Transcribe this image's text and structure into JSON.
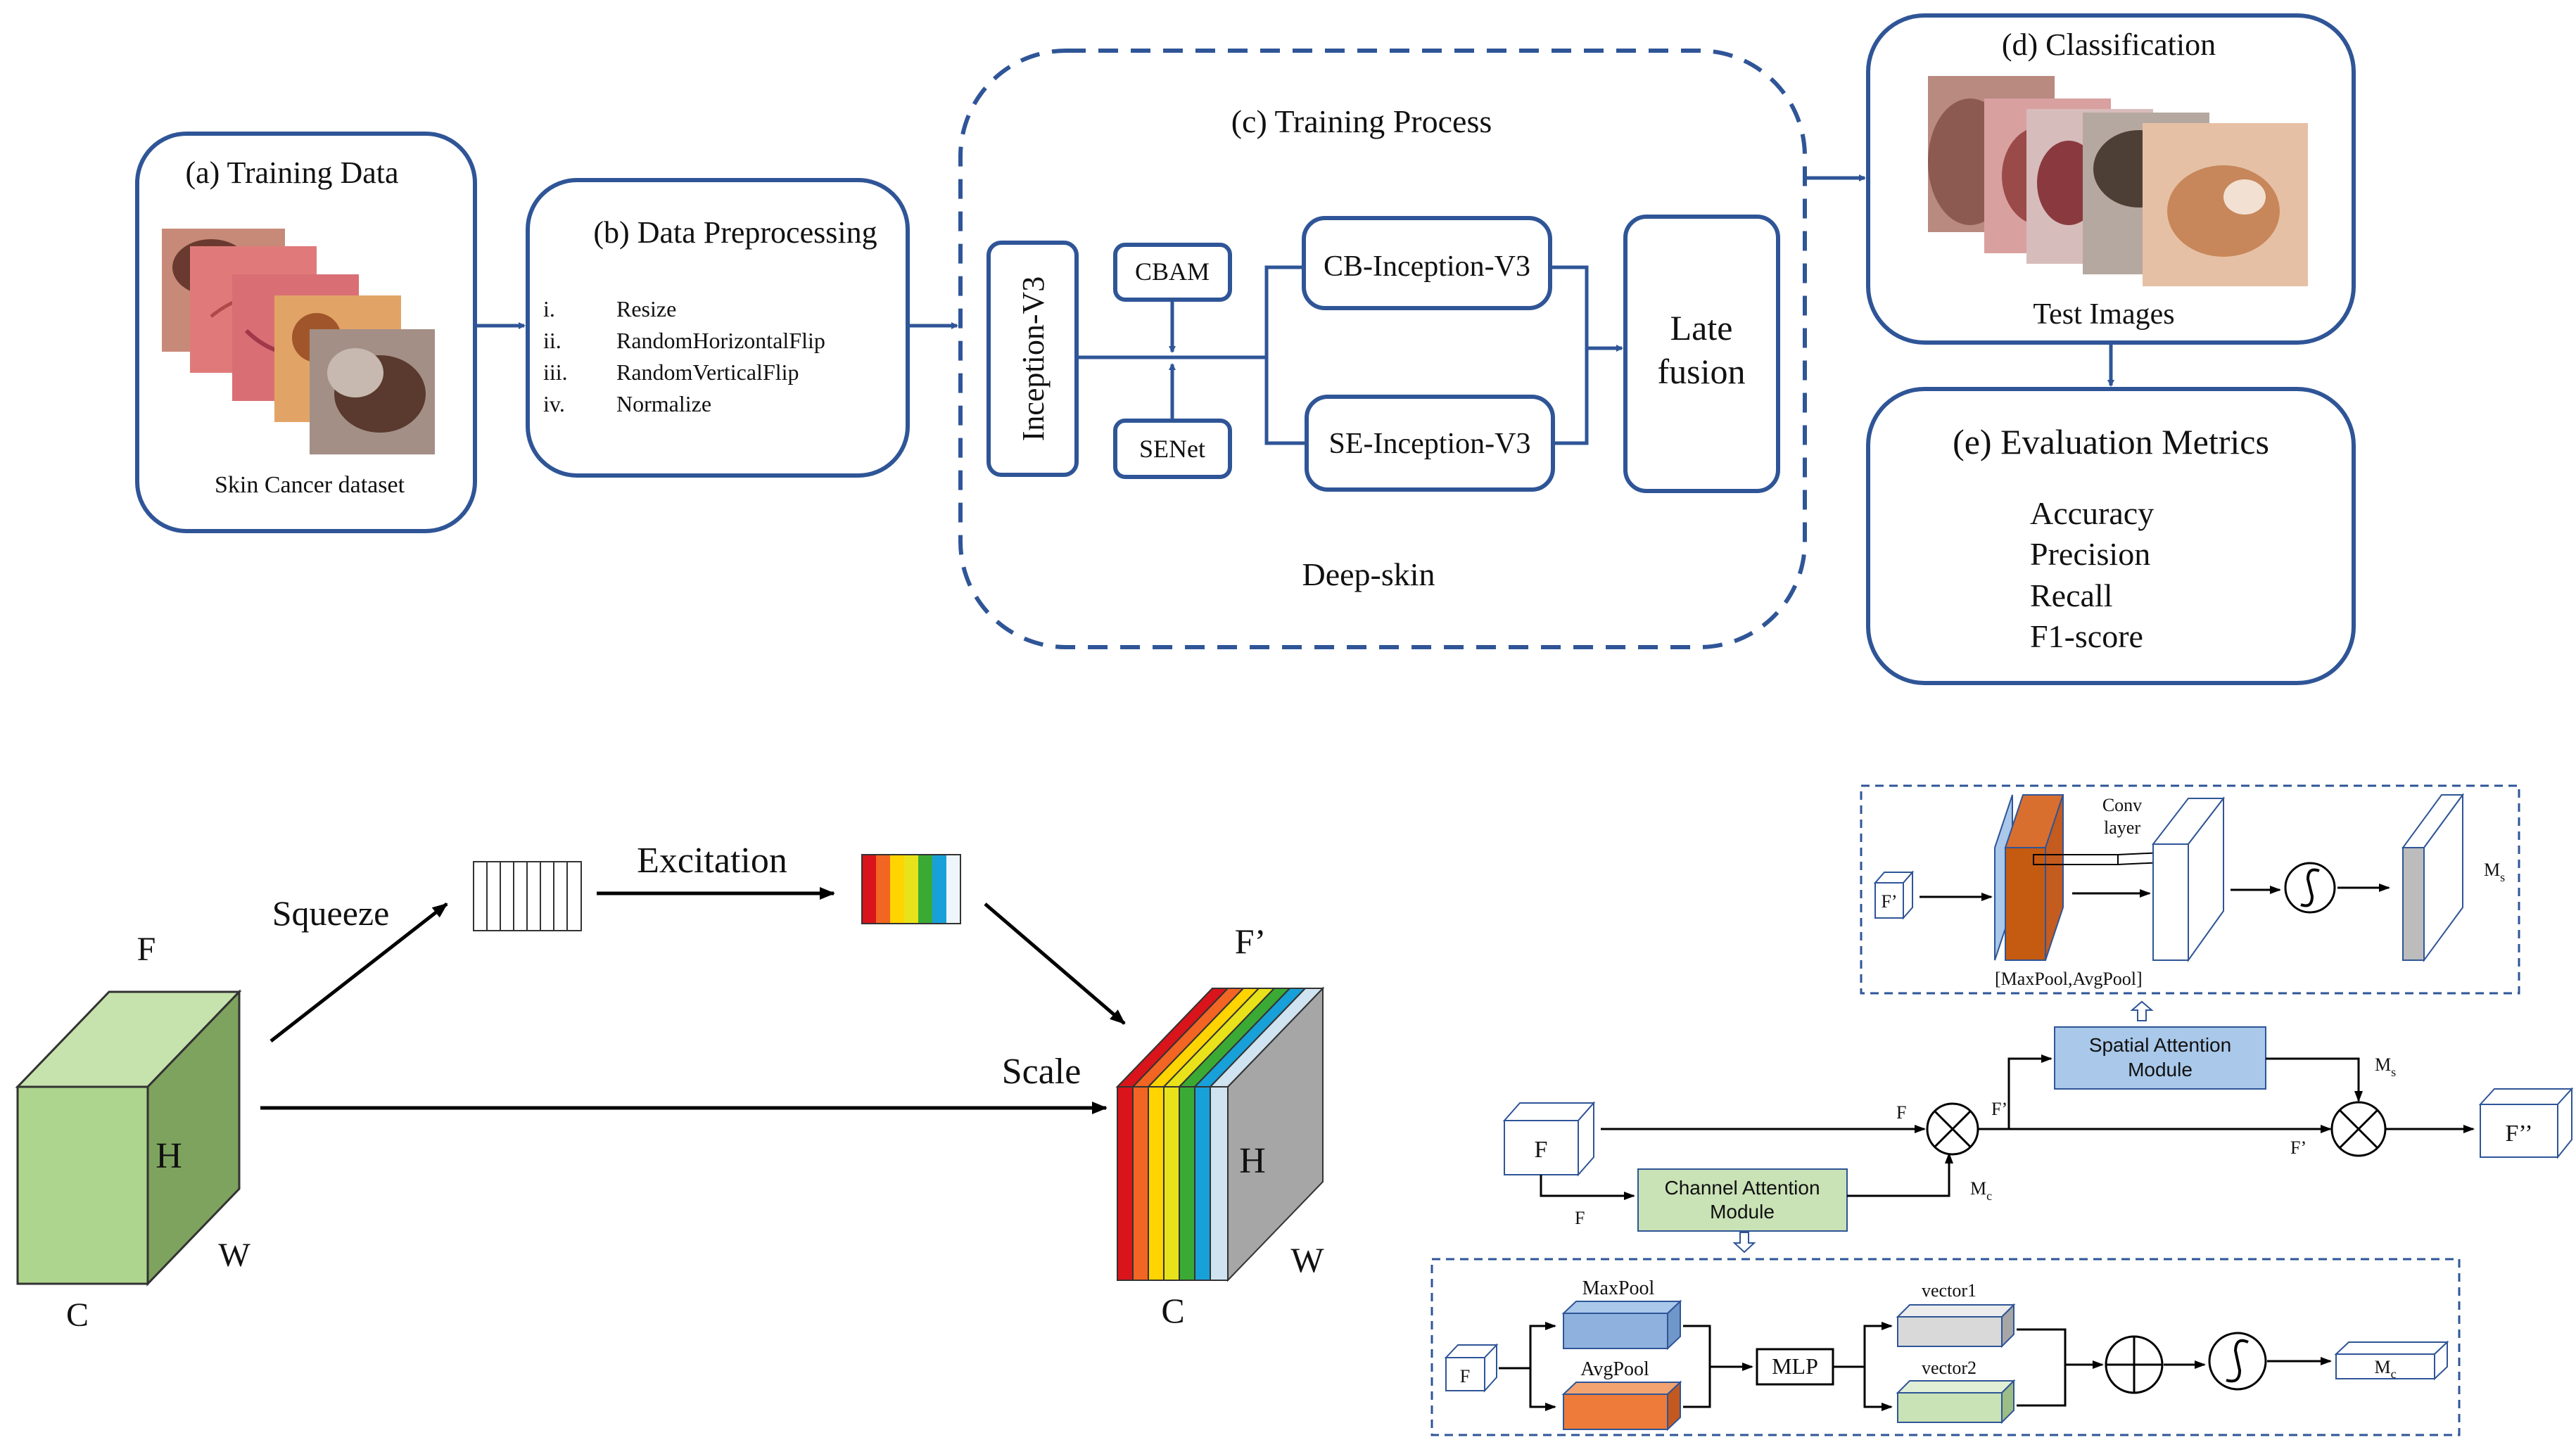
{
  "pipeline": {
    "training_data": {
      "title": "(a) Training Data",
      "caption": "Skin Cancer dataset"
    },
    "preprocessing": {
      "title": "(b) Data Preprocessing",
      "steps": [
        {
          "num": "i.",
          "label": "Resize"
        },
        {
          "num": "ii.",
          "label": "RandomHorizontalFlip"
        },
        {
          "num": "iii.",
          "label": "RandomVerticalFlip"
        },
        {
          "num": "iv.",
          "label": "Normalize"
        }
      ]
    },
    "training": {
      "title": "(c) Training Process",
      "backbone": "Inception-V3",
      "cbam": "CBAM",
      "senet": "SENet",
      "cb_branch": "CB-Inception-V3",
      "se_branch": "SE-Inception-V3",
      "fusion_line1": "Late",
      "fusion_line2": "fusion",
      "model_name": "Deep-skin"
    },
    "classification": {
      "title": "(d) Classification",
      "caption": "Test Images"
    },
    "evaluation": {
      "title": "(e) Evaluation Metrics",
      "metrics": [
        "Accuracy",
        "Precision",
        "Recall",
        "F1-score"
      ]
    }
  },
  "se_block": {
    "squeeze": "Squeeze",
    "excitation": "Excitation",
    "scale": "Scale",
    "input_F": "F",
    "input_H": "H",
    "input_W": "W",
    "input_C": "C",
    "output_F": "F’",
    "output_H": "H",
    "output_W": "W",
    "output_C": "C",
    "colors": [
      "#d9141a",
      "#f26522",
      "#ffd400",
      "#e8e21a",
      "#3aaa35",
      "#18a0d8",
      "#cfe3f0"
    ],
    "cube_colors": {
      "front": "#aed58d",
      "top": "#c7e3ad",
      "side": "#7ea35e"
    }
  },
  "cbam_block": {
    "spatial_top": {
      "input": "F’",
      "conv1": "Conv",
      "conv2": "layer",
      "pool": "[MaxPool,AvgPool]",
      "output": "Ms",
      "output_sub": "s"
    },
    "spatial_module_line1": "Spatial Attention",
    "spatial_module_line2": "Module",
    "channel_module_line1": "Channel Attention",
    "channel_module_line2": "Module",
    "main_input": "F",
    "main_output": "F’’",
    "edge_F1": "F",
    "edge_F2": "F",
    "edge_Fp1": "F’",
    "edge_Fp2": "F’",
    "edge_M": "M",
    "edge_Mc_sub": "c",
    "edge_Ms_sub": "s",
    "channel_bottom": {
      "input": "F",
      "maxpool": "MaxPool",
      "avgpool": "AvgPool",
      "mlp": "MLP",
      "vector1": "vector1",
      "vector2": "vector2",
      "output": "M",
      "output_sub": "c"
    },
    "colors": {
      "spatial": "#a9c8ea",
      "channel": "#c9e2b6",
      "maxpool": "#8fb1dd",
      "avgpool": "#ee7b3a",
      "vector1": "#d9d9d9",
      "vector2": "#c9e2b6",
      "dash": "#2f5597"
    }
  }
}
